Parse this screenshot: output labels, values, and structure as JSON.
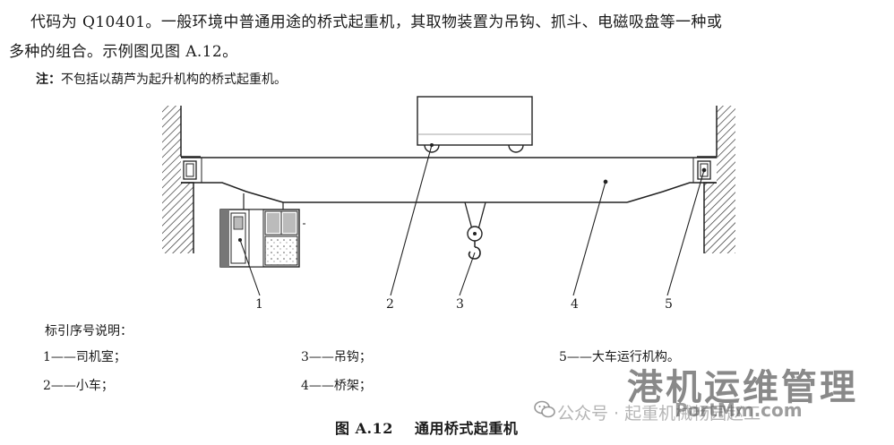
{
  "text": {
    "line1": "代码为 Q10401。一般环境中普通用途的桥式起重机，其取物装置为吊钩、抓斗、电磁吸盘等一种或",
    "line2": "多种的组合。示例图见图 A.12。",
    "note_label": "注：",
    "note_text": "不包括以葫芦为起升机构的桥式起重机。"
  },
  "callouts": [
    "1",
    "2",
    "3",
    "4",
    "5"
  ],
  "legend": {
    "title": "标引序号说明：",
    "items": [
      "1——司机室；",
      "2——小车；",
      "3——吊钩；",
      "4——桥架；",
      "5——大车运行机构。"
    ]
  },
  "caption": {
    "label": "图 A.12",
    "title": "通用桥式起重机"
  },
  "watermark": {
    "brand": "港机运维管理",
    "url": "PortMm.com",
    "publisher": "公众号 · 起重机械畅园赵工"
  }
}
